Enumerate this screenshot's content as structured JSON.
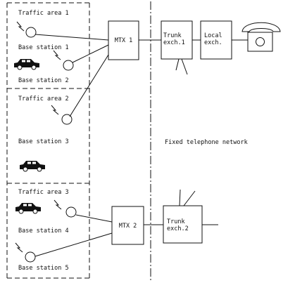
{
  "areas": {
    "traffic_area_1": "Traffic area 1",
    "traffic_area_2": "Traffic area 2",
    "traffic_area_3": "Traffic area 3"
  },
  "stations": {
    "base_station_1": "Base station 1",
    "base_station_2": "Base station 2",
    "base_station_3": "Base station 3",
    "base_station_4": "Base station 4",
    "base_station_5": "Base station 5"
  },
  "nodes": {
    "mtx_1": "MTX 1",
    "mtx_2": "MTX 2",
    "trunk_exch_1_line1": "Trunk",
    "trunk_exch_1_line2": "exch.1",
    "trunk_exch_2_line1": "Trunk",
    "trunk_exch_2_line2": "exch.2",
    "local_exch_line1": "Local",
    "local_exch_line2": "exch."
  },
  "network_label": "Fixed telephone network",
  "icons": {
    "base_station": "antenna-circle-icon",
    "car": "car-icon",
    "telephone": "telephone-icon"
  }
}
